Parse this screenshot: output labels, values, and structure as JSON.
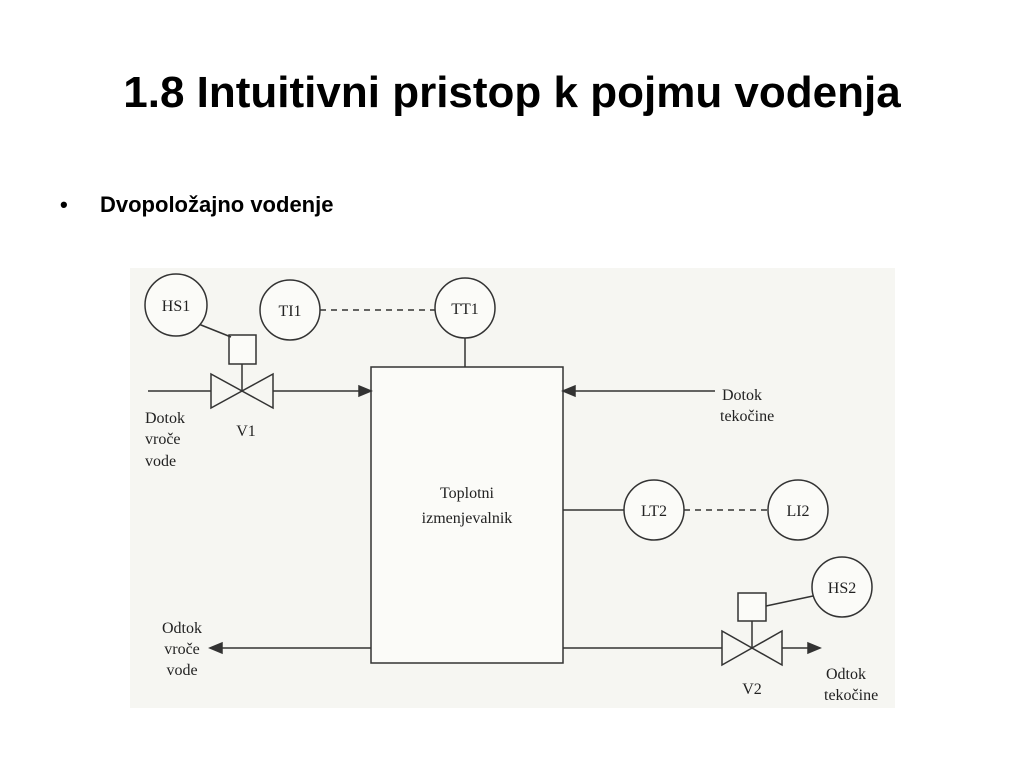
{
  "slide": {
    "title": "1.8 Intuitivni pristop k pojmu vodenja",
    "bullet": "Dvopoložajno vodenje"
  },
  "diagram": {
    "instruments": {
      "hs1": "HS1",
      "ti1": "TI1",
      "tt1": "TT1",
      "lt2": "LT2",
      "li2": "LI2",
      "hs2": "HS2"
    },
    "valves": {
      "v1": "V1",
      "v2": "V2"
    },
    "exchanger": {
      "line1": "Toplotni",
      "line2": "izmenjevalnik"
    },
    "flows": {
      "hot_in": [
        "Dotok",
        "vroče",
        "vode"
      ],
      "liquid_in": [
        "Dotok",
        "tekočine"
      ],
      "hot_out": [
        "Odtok",
        "vroče",
        "vode"
      ],
      "liquid_out": [
        "Odtok",
        "tekočine"
      ]
    }
  }
}
